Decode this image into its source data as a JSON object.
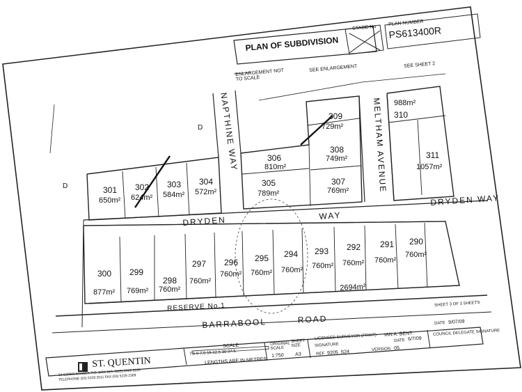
{
  "header": {
    "title": "PLAN OF SUBDIVISION",
    "stage_label": "STAGE No",
    "plan_number_label": "PLAN NUMBER",
    "plan_number": "PS613400R"
  },
  "notes": {
    "enlargement": "ENLARGEMENT NOT TO SCALE",
    "see_enlargement": "SEE ENLARGEMENT",
    "see_sheet": "SEE SHEET 2"
  },
  "streets": {
    "napthine_way": "NAPTHINE WAY",
    "meltham_avenue": "MELTHAM AVENUE",
    "dryden_way_left": "DRYDEN",
    "dryden_way_mid": "WAY",
    "dryden_way_right": "DRYDEN WAY",
    "barrabool_road": "BARRABOOL ROAD",
    "reserve": "RESERVE No.1",
    "reserve_area": "2694m²"
  },
  "lots": [
    {
      "no": "301",
      "area": "650m²"
    },
    {
      "no": "302",
      "area": "624m²"
    },
    {
      "no": "303",
      "area": "584m²"
    },
    {
      "no": "304",
      "area": "572m²"
    },
    {
      "no": "305",
      "area": "789m²"
    },
    {
      "no": "306",
      "area": "810m²"
    },
    {
      "no": "307",
      "area": "769m²"
    },
    {
      "no": "308",
      "area": "749m²"
    },
    {
      "no": "309",
      "area": "729m²"
    },
    {
      "no": "310",
      "area": "988m²"
    },
    {
      "no": "311",
      "area": "1057m²"
    },
    {
      "no": "300",
      "area": "877m²"
    },
    {
      "no": "299",
      "area": "769m²"
    },
    {
      "no": "298",
      "area": "760m²"
    },
    {
      "no": "297",
      "area": "760m²"
    },
    {
      "no": "296",
      "area": "760m²"
    },
    {
      "no": "295",
      "area": "760m²"
    },
    {
      "no": "294",
      "area": "760m²"
    },
    {
      "no": "293",
      "area": "760m²"
    },
    {
      "no": "292",
      "area": "760m²"
    },
    {
      "no": "291",
      "area": "760m²"
    },
    {
      "no": "290",
      "area": "760m²"
    }
  ],
  "side_labels": {
    "d_left": "D",
    "d_upper": "D"
  },
  "footer": {
    "company": "ST. QUENTIN",
    "company_address": "54 CORIO STREET, P.O. BOX 915, GEELONG 3220",
    "company_phone": "TELEPHONE (03) 5229 2011  FAX (03) 5229 2309",
    "scale_label": "SCALE",
    "scale_ticks": "7.5  0  7.5  15  22.5  30  37.5",
    "lengths_note": "LENGTHS ARE IN METRES",
    "original_scale_label": "ORIGINAL SCALE",
    "original_scale": "1:750",
    "sheet_size_label": "SHEET SIZE",
    "sheet_size": "A3",
    "surveyor_label": "LICENSED SURVEYOR (PRINT)",
    "surveyor_name": "IAN A. BENT",
    "signature_label": "SIGNATURE",
    "date_label": "DATE",
    "date": "6/7/09",
    "ref_label": "REF",
    "ref": "9205_S24",
    "version_label": "VERSION",
    "version": "05",
    "sheet_label": "SHEET 3 OF 3 SHEETS",
    "council_date_label": "DATE",
    "council_date": "9/07/09",
    "council_sig": "COUNCIL DELEGATE SIGNATURE"
  }
}
